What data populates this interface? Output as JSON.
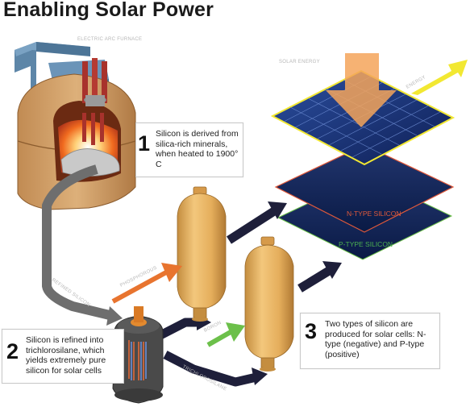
{
  "title": "Enabling Solar Power",
  "labels": {
    "electric_arc_furnace": "ELECTRIC ARC FURNACE",
    "solar_energy": "SOLAR ENERGY",
    "energy": "ENERGY",
    "refined_silicon": "REFINED SILICON",
    "n_type_silicon": "N-TYPE SILICON",
    "p_type_silicon": "P-TYPE SILICON",
    "phosphorous": "PHOSPHOROUS",
    "boron": "BORON",
    "trichlorosilane": "TRICHLOROSILANE"
  },
  "steps": [
    {
      "number": "1",
      "text": "Silicon is derived from silica-rich minerals, when heated to 1900° C"
    },
    {
      "number": "2",
      "text": "Silicon is refined into trichlorosilane, which yields extremely pure silicon for solar cells"
    },
    {
      "number": "3",
      "text": "Two types of silicon are produced for solar cells: N-type (negative) and P-type (positive)"
    }
  ],
  "colors": {
    "n_type_label": "#e0593a",
    "p_type_label": "#4caf50",
    "energy_arrow": "#f2e832",
    "phosphorous_arrow": "#e8742f",
    "boron_arrow": "#6cc04a",
    "pipe": "#1e1f3a",
    "tank": "#e6b060"
  }
}
